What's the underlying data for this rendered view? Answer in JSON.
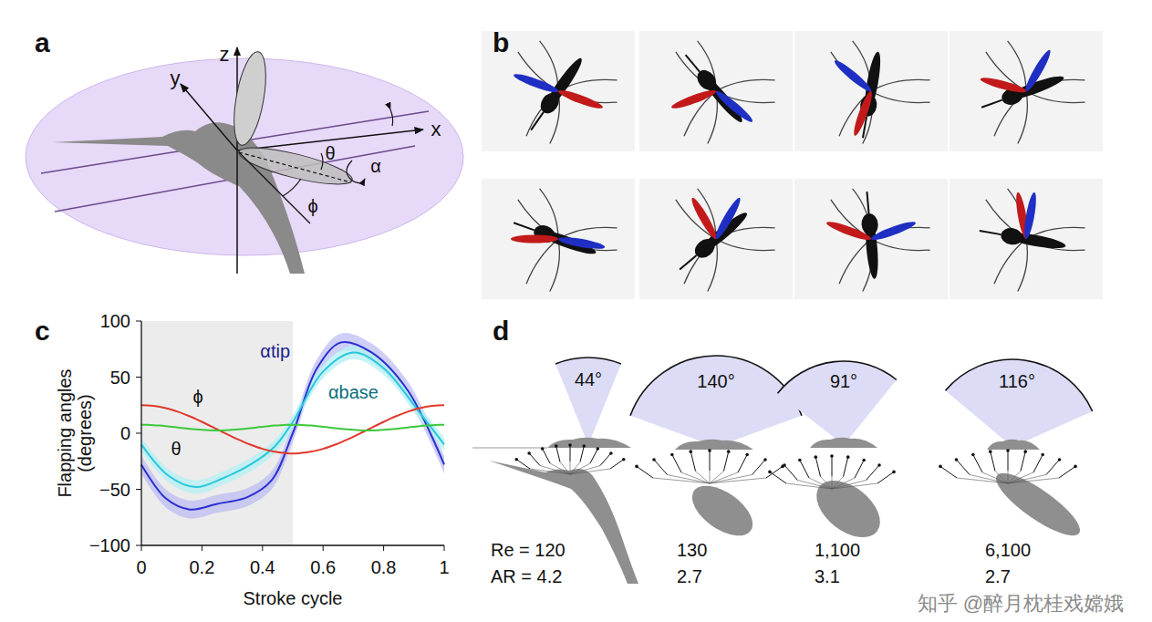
{
  "diagram": {
    "labels": [
      "a",
      "z",
      "y",
      "x",
      "θ",
      "α",
      "ϕ",
      "b",
      "c",
      "100",
      "50",
      "0",
      "−50",
      "−100",
      "0",
      "0.2",
      "0.4",
      "0.6",
      "0.8",
      "1",
      "Flapping angles (degrees)",
      "Stroke cycle",
      "ϕ",
      "θ",
      "αtip",
      "αbase",
      "d",
      "44°",
      "140°",
      "91°",
      "116°",
      "Re = 120",
      "AR = 4.2",
      "130",
      "2.7",
      "1,100",
      "3.1",
      "6,100",
      "2.7",
      "知乎 @醉月枕桂戏嫦娥"
    ]
  }
}
